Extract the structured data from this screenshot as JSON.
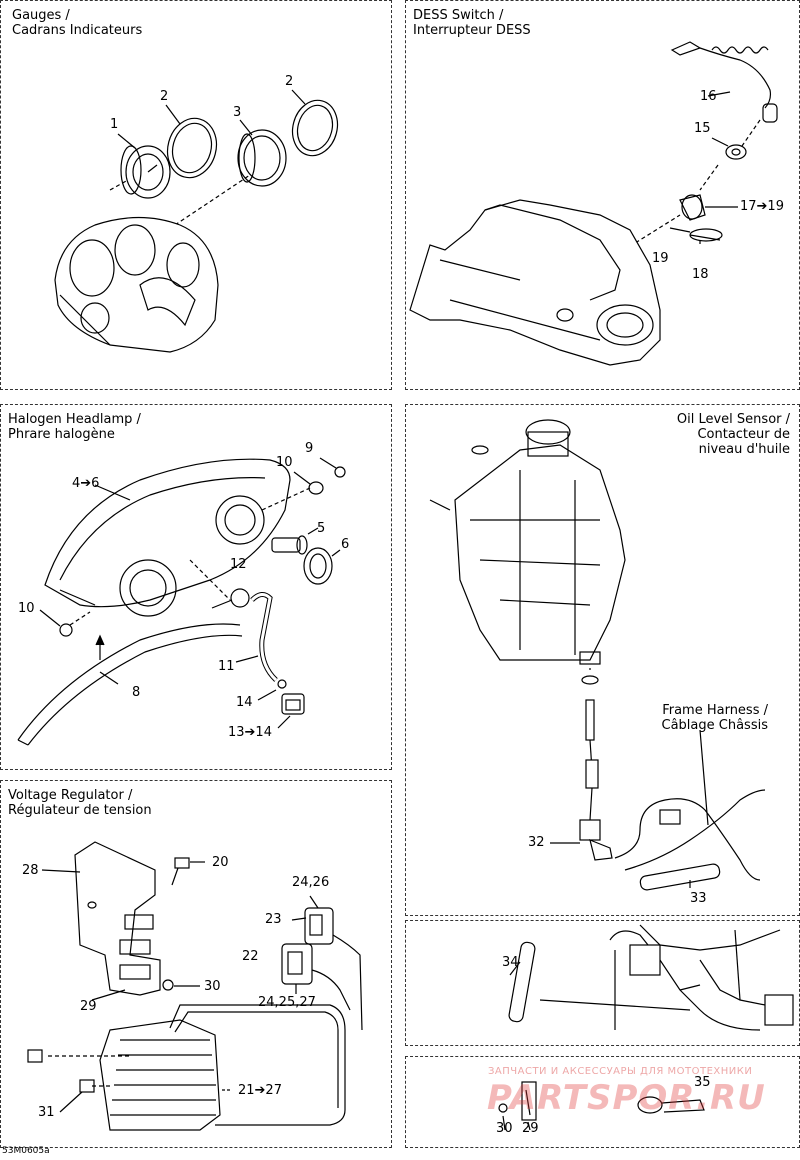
{
  "panels": {
    "gauges": {
      "title_line1": "Gauges /",
      "title_line2": "Cadrans Indicateurs"
    },
    "dess": {
      "title_line1": "DESS Switch /",
      "title_line2": "Interrupteur DESS"
    },
    "headlamp": {
      "title_line1": "Halogen Headlamp /",
      "title_line2": "Phrare halogène"
    },
    "oil": {
      "title_line1": "Oil Level Sensor /",
      "title_line2": "Contacteur de",
      "title_line3": "niveau d'huile"
    },
    "frame_harness": {
      "title_line1": "Frame Harness /",
      "title_line2": "Câblage Châssis"
    },
    "regulator": {
      "title_line1": "Voltage Regulator /",
      "title_line2": "Régulateur de tension"
    }
  },
  "callouts": {
    "g1": "1",
    "g2a": "2",
    "g2b": "2",
    "g3": "3",
    "d16": "16",
    "d15": "15",
    "d17": "17➔19",
    "d19": "19",
    "d18": "18",
    "h9": "9",
    "h10a": "10",
    "h4": "4➔6",
    "h5": "5",
    "h6": "6",
    "h12": "12",
    "h10b": "10",
    "h11": "11",
    "h8": "8",
    "h14": "14",
    "h13": "13➔14",
    "o32": "32",
    "o33": "33",
    "o34": "34",
    "r20": "20",
    "r28": "28",
    "r2426a": "24,26",
    "r23": "23",
    "r22": "22",
    "r242527": "24,25,27",
    "r30": "30",
    "r29": "29",
    "r2127": "21➔27",
    "r31": "31",
    "b35": "35",
    "b30": "30",
    "b29": "29"
  },
  "watermark": {
    "top_text": "ЗАПЧАСТИ И АКСЕССУАРЫ ДЛЯ МОТОТЕХНИКИ",
    "brand": "PARTSPOR.RU"
  },
  "footer": {
    "code": "53M0605a"
  },
  "colors": {
    "line": "#000000",
    "panel_border": "#333333",
    "watermark": "#e03a3a"
  }
}
